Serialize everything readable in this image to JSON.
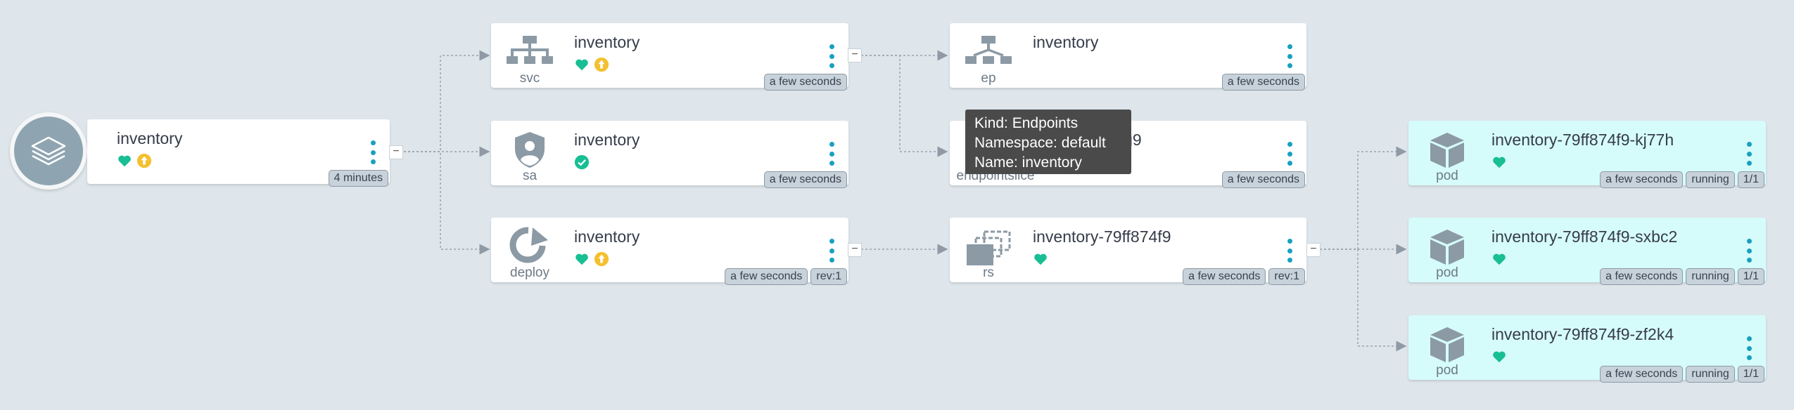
{
  "colors": {
    "background": "#dee6eb",
    "healthy": "#18be94",
    "out_of_sync": "#f4c030",
    "menu_dots": "#18a0c0",
    "pod_node": "#d6fbfb"
  },
  "app": {
    "name": "inventory",
    "age": "4 minutes",
    "icon": "layers-icon",
    "health": "healthy-heart-icon",
    "sync": "out-of-sync-arrow-icon",
    "collapse": "−"
  },
  "nodes": {
    "svc": {
      "name": "inventory",
      "kind": "svc",
      "age": "a few seconds",
      "collapse": "−"
    },
    "sa": {
      "name": "inventory",
      "kind": "sa",
      "age": "a few seconds"
    },
    "deploy": {
      "name": "inventory",
      "kind": "deploy",
      "age": "a few seconds",
      "rev": "rev:1",
      "collapse": "−"
    },
    "ep": {
      "name": "inventory",
      "kind": "ep",
      "age": "a few seconds"
    },
    "endpointslice": {
      "name": "inventory-lzvg9",
      "kind": "endpointslice",
      "age": "a few seconds"
    },
    "rs": {
      "name": "inventory-79ff874f9",
      "kind": "rs",
      "age": "a few seconds",
      "rev": "rev:1",
      "collapse": "−"
    },
    "pod1": {
      "name": "inventory-79ff874f9-kj77h",
      "kind": "pod",
      "age": "a few seconds",
      "state": "running",
      "ready": "1/1"
    },
    "pod2": {
      "name": "inventory-79ff874f9-sxbc2",
      "kind": "pod",
      "age": "a few seconds",
      "state": "running",
      "ready": "1/1"
    },
    "pod3": {
      "name": "inventory-79ff874f9-zf2k4",
      "kind": "pod",
      "age": "a few seconds",
      "state": "running",
      "ready": "1/1"
    }
  },
  "tooltip": {
    "kind": "Kind: Endpoints",
    "namespace": "Namespace: default",
    "name": "Name: inventory"
  }
}
